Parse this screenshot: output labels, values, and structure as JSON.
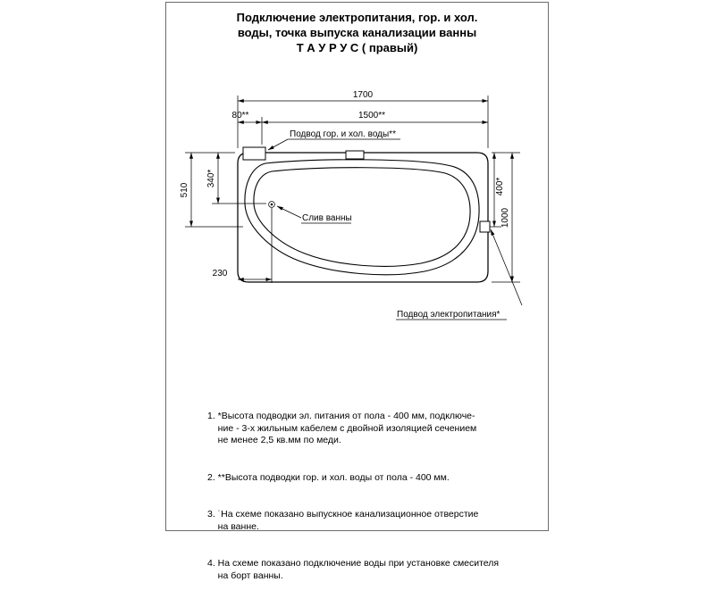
{
  "title": {
    "line1": "Подключение электропитания, гор. и хол.",
    "line2": "воды, точка выпуска канализации ванны",
    "line3": "Т А У Р У С ( правый)"
  },
  "drawing": {
    "dimensions": {
      "overall_width": "1700",
      "supply_offset": "80**",
      "supply_span": "1500**",
      "left_outer": "510",
      "left_inner": "340*",
      "right_inner": "400*",
      "right_outer": "1000",
      "drain_offset": "230"
    },
    "labels": {
      "water_supply": "Подвод гор. и хол. воды**",
      "drain": "Слив ванны",
      "power_supply": "Подвод электропитания*"
    }
  },
  "notes": [
    "1. *Высота подводки эл. питания от пола - 400 мм, подключе-\n    ние - 3-х жильным кабелем с двойной изоляцией сечением\n    не менее 2,5 кв.мм по меди.",
    "2. **Высота подводки гор. и хол. воды от пола - 400 мм.",
    "3. ˙На схеме показано выпускное канализационное отверстие\n    на ванне.",
    "4. На схеме показано подключение воды при установке смесителя\n    на борт ванны."
  ],
  "colors": {
    "line": "#000000",
    "background": "#ffffff"
  }
}
